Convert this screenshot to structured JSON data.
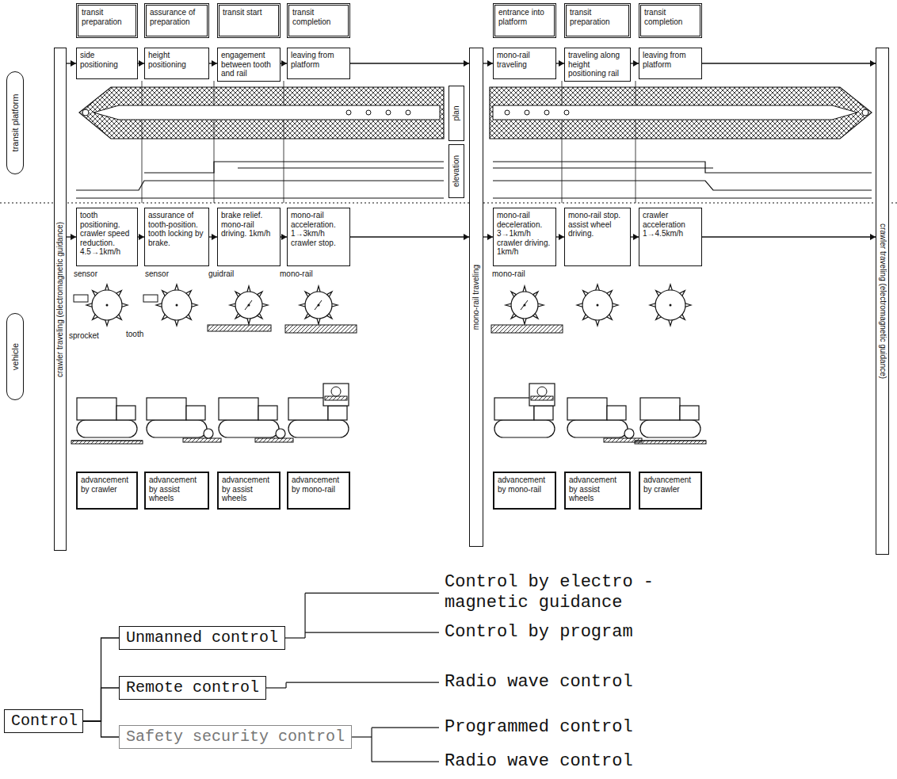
{
  "diagram": {
    "nodes": [
      {
        "text": [
          "transit platform"
        ]
      },
      {
        "text": [
          "vehicle"
        ]
      },
      {
        "text": [
          "crawler traveling (electromagnetic guidance)"
        ]
      },
      {
        "text": [
          "transit preparation"
        ]
      },
      {
        "text": [
          "assurance of preparation"
        ]
      },
      {
        "text": [
          "transit start"
        ]
      },
      {
        "text": [
          "transit completion"
        ]
      },
      {
        "text": [
          "entrance into platform"
        ]
      },
      {
        "text": [
          "transit preparation"
        ]
      },
      {
        "text": [
          "transit completion"
        ]
      },
      {
        "text": [
          "side positioning"
        ]
      },
      {
        "text": [
          "height positioning"
        ]
      },
      {
        "text": [
          "engagement between tooth and rail"
        ]
      },
      {
        "text": [
          "leaving from platform"
        ]
      },
      {
        "text": [
          "mono-rail traveling"
        ]
      },
      {
        "text": [
          "traveling along height positioning rail"
        ]
      },
      {
        "text": [
          "leaving from platform"
        ]
      },
      {
        "text": [
          "plan"
        ]
      },
      {
        "text": [
          "elevation"
        ]
      },
      {
        "text": [
          "mono-rail traveling"
        ]
      },
      {
        "text": [
          "crawler traveling (electromagnetic guidance)"
        ]
      },
      {
        "text": [
          "tooth positioning. crawler speed reduction. 4.5→1km/h"
        ]
      },
      {
        "text": [
          "assurance of tooth-position. tooth locking by brake."
        ]
      },
      {
        "text": [
          "brake relief. mono-rail driving. 1km/h"
        ]
      },
      {
        "text": [
          "mono-rail acceleration. 1→3km/h crawler stop."
        ]
      },
      {
        "text": [
          "mono-rail deceleration. 3→1km/h crawler driving. 1km/h"
        ]
      },
      {
        "text": [
          "mono-rail stop. assist wheel driving."
        ]
      },
      {
        "text": [
          "crawler acceleration 1→4.5km/h"
        ]
      },
      {
        "text": [
          "advancement by crawler"
        ]
      },
      {
        "text": [
          "advancement by assist wheels"
        ]
      },
      {
        "text": [
          "advancement by assist wheels"
        ]
      },
      {
        "text": [
          "advancement by mono-rail"
        ]
      },
      {
        "text": [
          "advancement by mono-rail"
        ]
      },
      {
        "text": [
          "advancement by assist wheels"
        ]
      },
      {
        "text": [
          "advancement by crawler"
        ]
      },
      {
        "text": [
          "Control"
        ]
      },
      {
        "text": [
          "Unmanned control"
        ]
      },
      {
        "text": [
          "Remote control"
        ]
      },
      {
        "text": [
          "Safety security control"
        ]
      }
    ],
    "edges": [
      {
        "from": 2,
        "to": 10,
        "arrow": "to"
      },
      {
        "from": 10,
        "to": 11,
        "arrow": "to"
      },
      {
        "from": 11,
        "to": 12,
        "arrow": "to"
      },
      {
        "from": 12,
        "to": 13,
        "arrow": "to"
      },
      {
        "from": 13,
        "to": 19,
        "arrow": "to"
      },
      {
        "from": 19,
        "to": 14,
        "arrow": "to"
      },
      {
        "from": 14,
        "to": 15,
        "arrow": "to"
      },
      {
        "from": 15,
        "to": 16,
        "arrow": "to"
      },
      {
        "from": 16,
        "to": 20,
        "arrow": "to"
      },
      {
        "from": 2,
        "to": 21,
        "arrow": "to"
      },
      {
        "from": 21,
        "to": 22,
        "arrow": "to"
      },
      {
        "from": 22,
        "to": 23,
        "arrow": "to"
      },
      {
        "from": 23,
        "to": 24,
        "arrow": "to"
      },
      {
        "from": 24,
        "to": 19,
        "arrow": "to"
      },
      {
        "from": 19,
        "to": 25,
        "arrow": "to"
      },
      {
        "from": 25,
        "to": 26,
        "arrow": "to"
      },
      {
        "from": 26,
        "to": 27,
        "arrow": "to"
      },
      {
        "from": 27,
        "to": 20,
        "arrow": "to"
      },
      {
        "from": 35,
        "to": 36,
        "arrow": "none"
      },
      {
        "from": 35,
        "to": 37,
        "arrow": "none"
      },
      {
        "from": 35,
        "to": 38,
        "arrow": "none"
      }
    ],
    "labels": [
      "sensor",
      "sprocket",
      "tooth",
      "sensor",
      "guidrail",
      "mono-rail",
      "mono-rail",
      "Control by electro -magnetic guidance",
      "Control by program",
      "Radio wave control",
      "Programmed control",
      "Radio wave control"
    ]
  }
}
